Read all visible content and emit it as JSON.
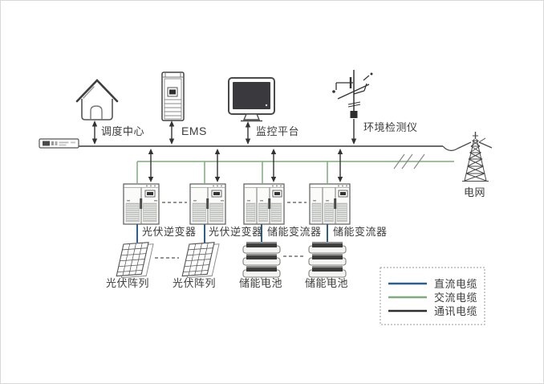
{
  "diagram": {
    "top_nodes": [
      {
        "id": "dispatch-center",
        "label": "调度中心"
      },
      {
        "id": "ems",
        "label": "EMS"
      },
      {
        "id": "monitoring-platform",
        "label": "监控平台"
      },
      {
        "id": "environment-detector",
        "label": "环境检测仪"
      }
    ],
    "grid_node": {
      "label": "电网"
    },
    "converters": [
      {
        "id": "pv-inverter-1",
        "label": "光伏逆变器"
      },
      {
        "id": "pv-inverter-2",
        "label": "光伏逆变器"
      },
      {
        "id": "storage-converter-1",
        "label": "储能变流器"
      },
      {
        "id": "storage-converter-2",
        "label": "储能变流器"
      }
    ],
    "sources": [
      {
        "id": "pv-array-1",
        "label": "光伏阵列"
      },
      {
        "id": "pv-array-2",
        "label": "光伏阵列"
      },
      {
        "id": "battery-1",
        "label": "储能电池"
      },
      {
        "id": "battery-2",
        "label": "储能电池"
      }
    ],
    "legend": {
      "items": [
        {
          "label": "直流电缆",
          "color": "#2b5f8f"
        },
        {
          "label": "交流电缆",
          "color": "#80ab7c"
        },
        {
          "label": "通讯电缆",
          "color": "#2f2f2f"
        }
      ]
    },
    "colors": {
      "dc_cable": "#2b5f8f",
      "ac_cable": "#80ab7c",
      "comm_cable": "#3a3a3a",
      "icon_stroke": "#4a4a4a",
      "label_text": "#3c3c3c"
    }
  }
}
